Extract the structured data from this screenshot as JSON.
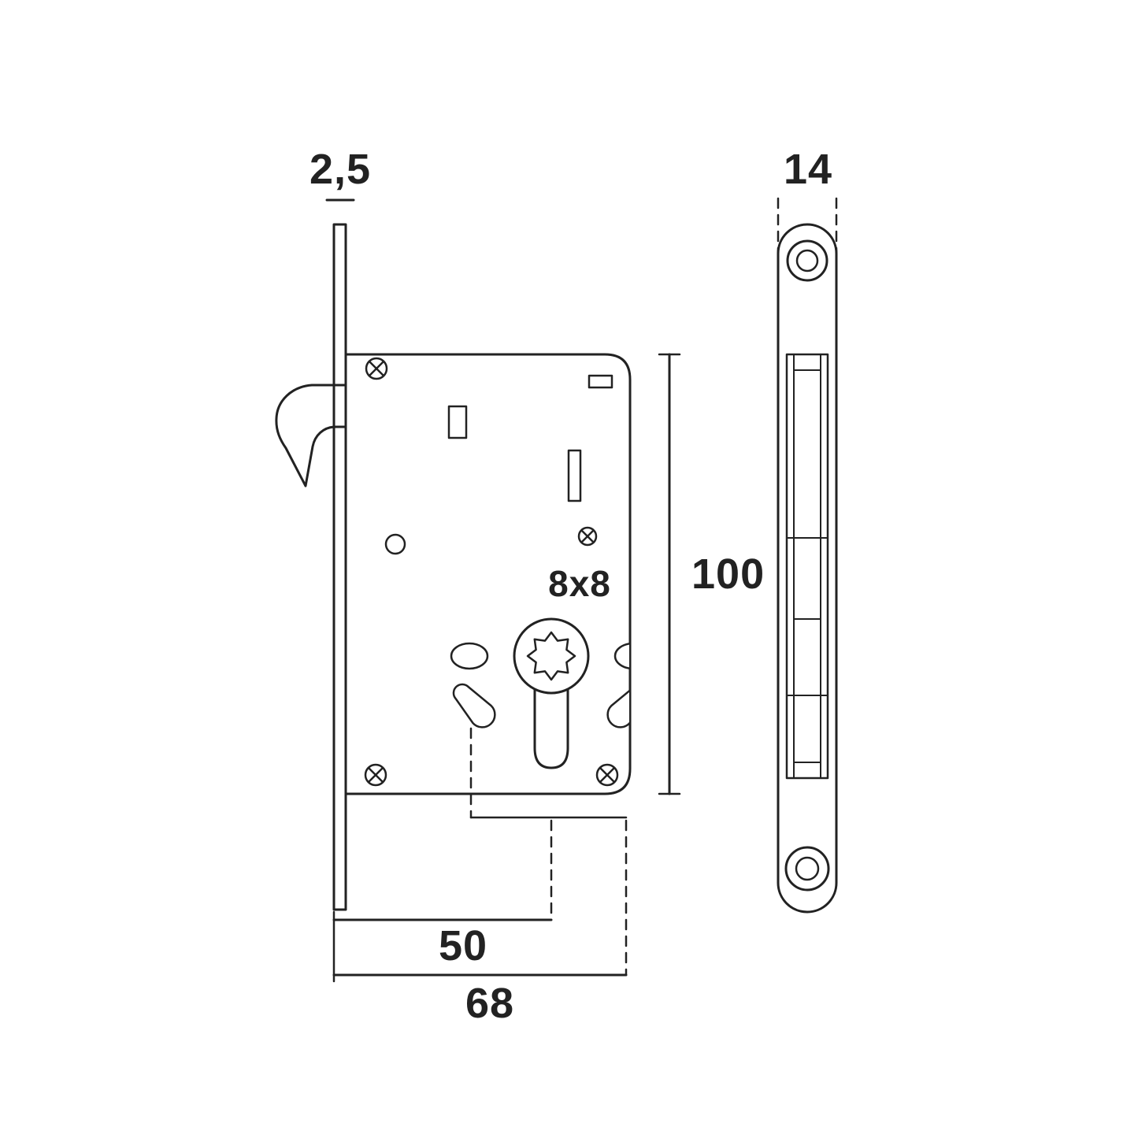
{
  "drawing": {
    "colors": {
      "line": "#222222",
      "background": "#ffffff"
    },
    "labels": {
      "faceplate_thickness": "2,5",
      "plate_width": "14",
      "case_height": "100",
      "spindle_size": "8x8",
      "backset": "50",
      "case_depth": "68"
    }
  }
}
